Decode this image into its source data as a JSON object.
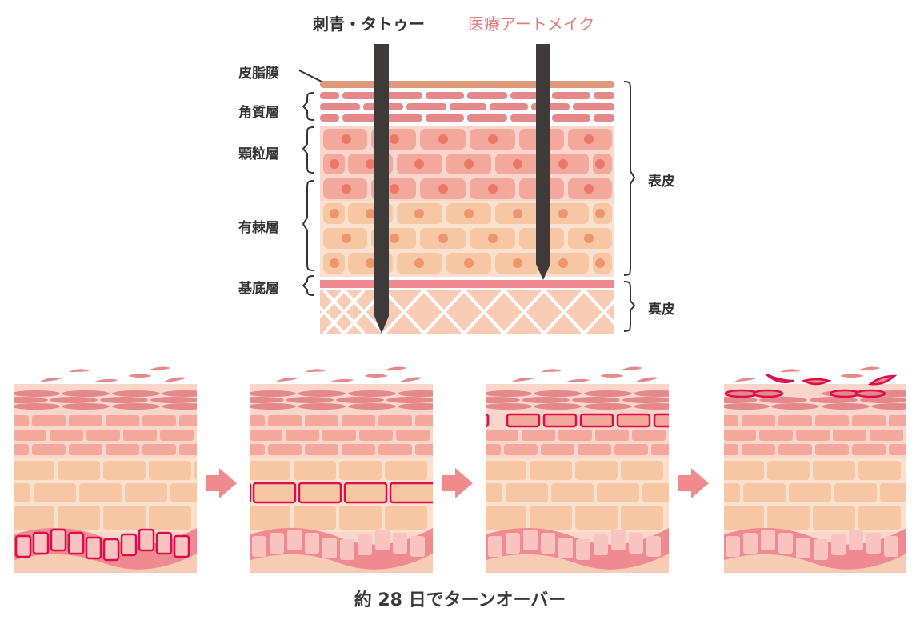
{
  "header": {
    "tattoo_label": "刺青・タトゥー",
    "artmake_label": "医療アートメイク"
  },
  "layers": {
    "sebum": "皮脂膜",
    "stratum_corneum": "角質層",
    "stratum_granulosum": "顆粒層",
    "stratum_spinosum": "有棘層",
    "stratum_basale": "基底層"
  },
  "regions": {
    "epidermis": "表皮",
    "dermis": "真皮"
  },
  "turnover": {
    "panel_count": 4,
    "caption": "約 28 日でターンオーバー"
  },
  "colors": {
    "needle": "#3d3a39",
    "accent_text": "#e07b78",
    "sebum": "#dd9a7a",
    "corneum": "#e5888a",
    "granular_cell": "#f3a89b",
    "granular_bg": "#f9d5cc",
    "spinous_cell": "#f7c6a2",
    "spinous_bg": "#fbe0cd",
    "nucleus_granular": "#ec7767",
    "nucleus_spinous": "#f0946d",
    "basal": "#ef8a90",
    "dermis": "#f8cbb5",
    "highlight": "#dc0d4a",
    "arrow": "#ef8a8d"
  }
}
